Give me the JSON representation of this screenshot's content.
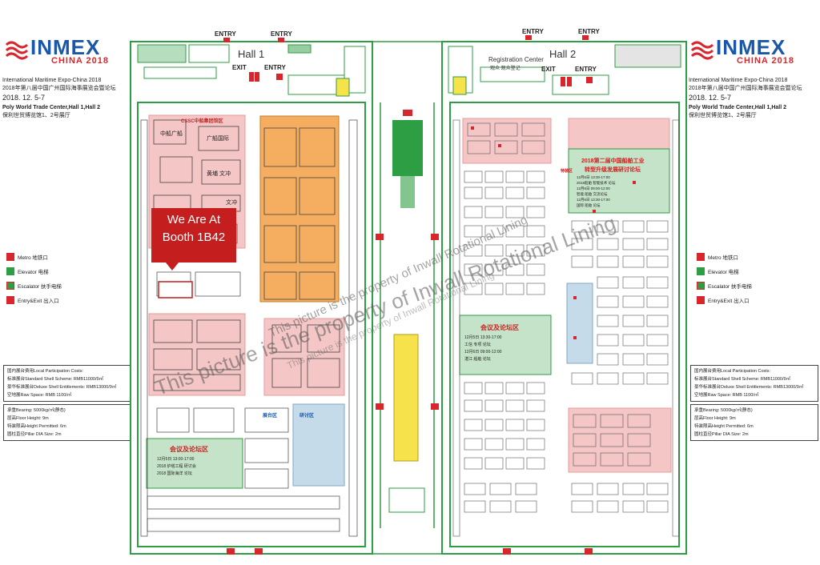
{
  "logo_left": {
    "word": "INMEX",
    "sub": "CHINA 2018"
  },
  "logo_right": {
    "word": "INMEX",
    "sub": "CHINA 2018"
  },
  "event_left": {
    "title_en": "International Maritime Expo-China 2018",
    "title_cn": "2018年第八届中国广州国际海事展览会暨论坛",
    "date": "2018. 12. 5-7",
    "venue_en": "Poly World Trade Center,Hall 1,Hall 2",
    "venue_cn": "保利世贸博览馆1、2号展厅"
  },
  "event_right": {
    "title_en": "International Maritime Expo-China 2018",
    "title_cn": "2018年第八届中国广州国际海事展览会暨论坛",
    "date": "2018. 12. 5-7",
    "venue_en": "Poly World Trade Center,Hall 1,Hall 2",
    "venue_cn": "保利世贸博览馆1、2号展厅"
  },
  "legend": [
    {
      "label": "Metro 地铁口",
      "icon": "metro-icon",
      "color": "#d8262c"
    },
    {
      "label": "Elevator 电梯",
      "icon": "elevator-icon",
      "color": "#2e9e44"
    },
    {
      "label": "Escalator 扶手电梯",
      "icon": "escalator-icon",
      "color": "#2e9e44"
    },
    {
      "label": "Entry&Exit 出入口",
      "icon": "entry-exit-icon",
      "color": "#d8262c"
    }
  ],
  "fees_left": [
    "国内展台费用Local Participation Costs:",
    "标准展台Standard Shell Scheme: RMB11000/9㎡",
    "豪华标准展台Deluxe Shell Entitlements: RMB13000/9㎡",
    "空地展Raw Space: RMB 1100/㎡"
  ],
  "specs_left": [
    "承重Bearing: 5000kg/㎡(静态)",
    "层高Floor Height: 9m",
    "特装限高Height Permitted: 6m",
    "圆柱直径Pillar DIA Size: 2m"
  ],
  "fees_right": [
    "国内展台费用Local Participation Costs:",
    "标准展台Standard Shell Scheme: RMB11000/9㎡",
    "豪华标准展台Deluxe Shell Entitlements: RMB13000/9㎡",
    "空地展Raw Space: RMB 1100/㎡"
  ],
  "specs_right": [
    "承重Bearing: 5000kg/㎡(静态)",
    "层高Floor Height: 9m",
    "特装限高Height Permitted: 6m",
    "圆柱直径Pillar DIA Size: 2m"
  ],
  "hall1": {
    "title": "Hall 1",
    "exit": "EXIT",
    "entry": "ENTRY",
    "entry_top_a": "ENTRY",
    "entry_top_b": "ENTRY"
  },
  "hall2": {
    "title": "Hall 2",
    "registration": "Registration Center",
    "registration_cn": "观众 观众登记",
    "exit": "EXIT",
    "entry": "ENTRY",
    "entry_top_a": "ENTRY",
    "entry_top_b": "ENTRY"
  },
  "callout": {
    "line1": "We Are At",
    "line2": "Booth 1B42"
  },
  "hall1_zones": {
    "cssc": "CSSC中船集团馆区",
    "zone_a": "中船广船",
    "zone_b": "广船国际",
    "zone_c": "黄埔 文冲",
    "zone_d": "文冲",
    "forum_title": "会议及论坛区",
    "forum_lines": [
      "12月5日 13:00-17:00",
      "2018 炉塔工程 研讨会",
      "2018 国际海洋 论坛"
    ],
    "seminar": "研讨区",
    "seminar2": "展台区"
  },
  "hall2_zones": {
    "top_title": "2018第二届中国船舶工业",
    "top_sub": "转型升级发展研讨论坛",
    "top_lines": [
      "12月5日 13:30-17:00",
      "2018船舶 智能技术 论坛",
      "12月6日 09:00-12:00",
      "智能 船舶 交流论坛",
      "12月6日 13:30-17:00",
      "国际 船舶 论坛"
    ],
    "forum_title": "会议及论坛区",
    "forum_lines": [
      "12月5日 13:30-17:00",
      "工信 专项 论坛",
      "12月6日 09:00-12:00",
      "湛江 船舶 论坛"
    ],
    "side_label": "特装区"
  },
  "watermarks": [
    "This picture is the property of Inwall Rotational Lining",
    "This picture is the property of Inwall Rotational Lining",
    "This picture is the property of Inwall Rotational Lining"
  ],
  "colors": {
    "pink": "#f4c6c6",
    "pink_dark": "#e99b9b",
    "orange": "#f5ad60",
    "green": "#2e9e44",
    "green_light": "#c5e3c8",
    "blue_light": "#c6dbe9",
    "yellow": "#f6e24a",
    "red": "#c41e1e"
  }
}
